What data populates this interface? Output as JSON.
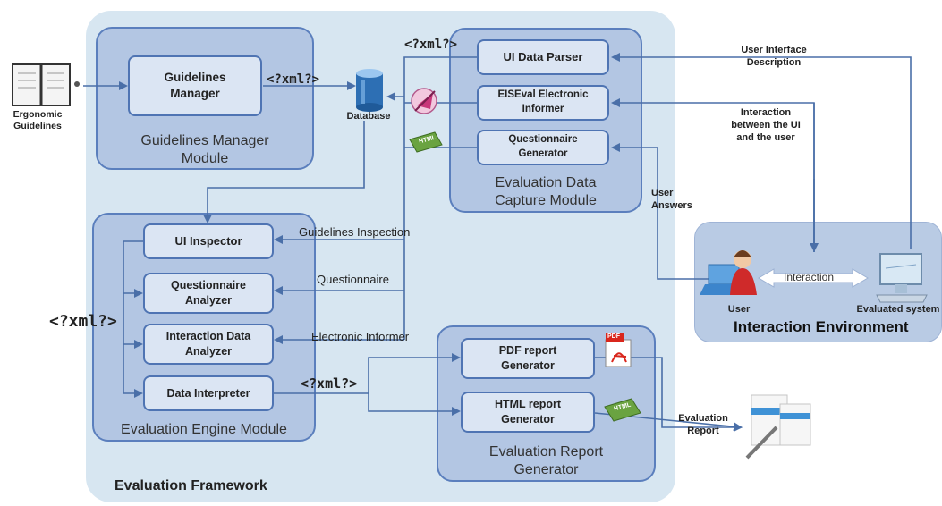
{
  "framework": {
    "title": "Evaluation Framework"
  },
  "inputs": {
    "ergonomic_guidelines": "Ergonomic\nGuidelines"
  },
  "guidelines_module": {
    "label": "Guidelines Manager\nModule",
    "manager_box": "Guidelines\nManager",
    "database_label": "Database"
  },
  "capture_module": {
    "label": "Evaluation Data\nCapture Module",
    "ui_data_parser": "UI Data Parser",
    "electronic_informer": "EISEval Electronic\nInformer",
    "questionnaire_generator": "Questionnaire\nGenerator"
  },
  "engine_module": {
    "label": "Evaluation Engine Module",
    "ui_inspector": "UI Inspector",
    "questionnaire_analyzer": "Questionnaire\nAnalyzer",
    "interaction_data_analyzer": "Interaction Data\nAnalyzer",
    "data_interpreter": "Data Interpreter"
  },
  "report_module": {
    "label": "Evaluation Report\nGenerator",
    "pdf_generator": "PDF report\nGenerator",
    "html_generator": "HTML report\nGenerator"
  },
  "environment": {
    "title": "Interaction Environment",
    "user": "User",
    "interaction": "Interaction",
    "evaluated_system": "Evaluated system"
  },
  "flows": {
    "guidelines_inspection": "Guidelines Inspection",
    "questionnaire": "Questionnaire",
    "electronic_informer": "Electronic Informer",
    "ui_description": "User Interface\nDescription",
    "interaction_ui_user": "Interaction\nbetween the UI\nand the user",
    "user_answers": "User\nAnswers",
    "evaluation_report": "Evaluation\nReport"
  },
  "xml_tags": {
    "tag": "<?xml?>"
  },
  "icons": {
    "pdf_badge": "PDF",
    "html_badge": "HTML"
  },
  "colors": {
    "framework_bg": "#d7e6f1",
    "module_bg": "#b3c6e3",
    "box_bg": "#dbe5f3",
    "border": "#4f74b3",
    "arrow": "#4a6fa8"
  }
}
